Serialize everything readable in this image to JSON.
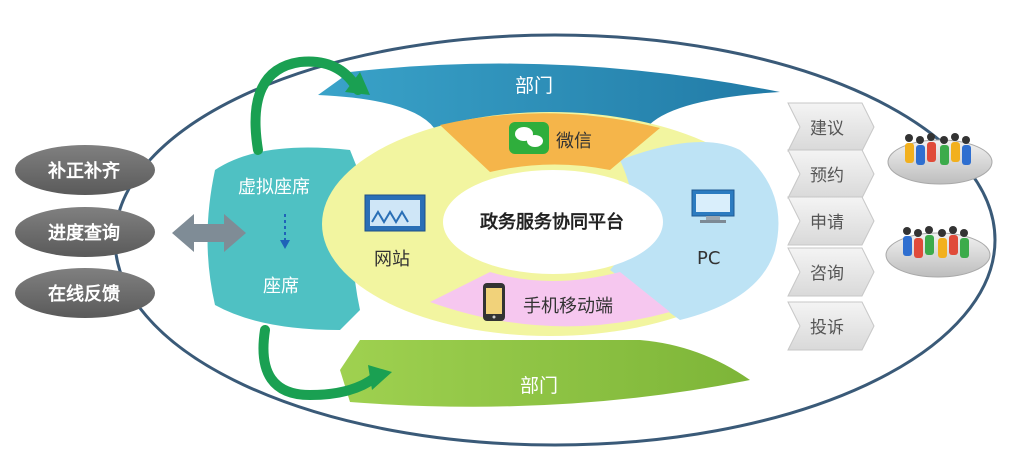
{
  "platform": {
    "center": "政务服务协同平台",
    "segments": {
      "wechat": "微信",
      "website": "网站",
      "pc": "PC",
      "mobile": "手机移动端"
    }
  },
  "bands": {
    "top": "部门",
    "bottom": "部门"
  },
  "wing": {
    "virtual_seat": "虚拟座席",
    "seat": "座席"
  },
  "left_actions": [
    "补正补齐",
    "进度查询",
    "在线反馈"
  ],
  "right_services": [
    "建议",
    "预约",
    "申请",
    "咨询",
    "投诉"
  ],
  "colors": {
    "outline": "#3a5a78",
    "band_top": "#2d8cb8",
    "band_bottom": "#8cc63f",
    "wing": "#4fc1c3",
    "wechat": "#f5b54a",
    "website": "#f2f5a0",
    "pc": "#bde3f5",
    "mobile": "#f6c7ef",
    "pill": "#6f6f6f",
    "arrow": "#1aa052"
  }
}
